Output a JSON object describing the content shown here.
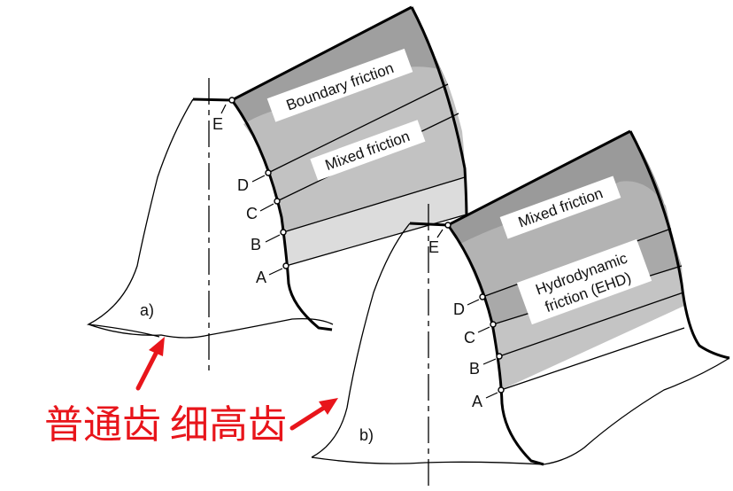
{
  "tooth_a": {
    "label": "a)",
    "points": [
      "E",
      "D",
      "C",
      "B",
      "A"
    ],
    "zones": [
      "Boundary friction",
      "Mixed friction"
    ]
  },
  "tooth_b": {
    "label": "b)",
    "points": [
      "E",
      "D",
      "C",
      "B",
      "A"
    ],
    "zones": [
      "Mixed friction",
      "Hydrodynamic",
      "friction (EHD)"
    ]
  },
  "annotation": {
    "standard_tooth": "普通齿",
    "high_tooth": "细高齿",
    "color": "#e8151b"
  },
  "colors": {
    "outline": "#000000",
    "zone_dark": "#9a9a9a",
    "zone_mid": "#b9b9b9",
    "zone_light": "#d9d9d9",
    "label_box": "#ffffff"
  }
}
